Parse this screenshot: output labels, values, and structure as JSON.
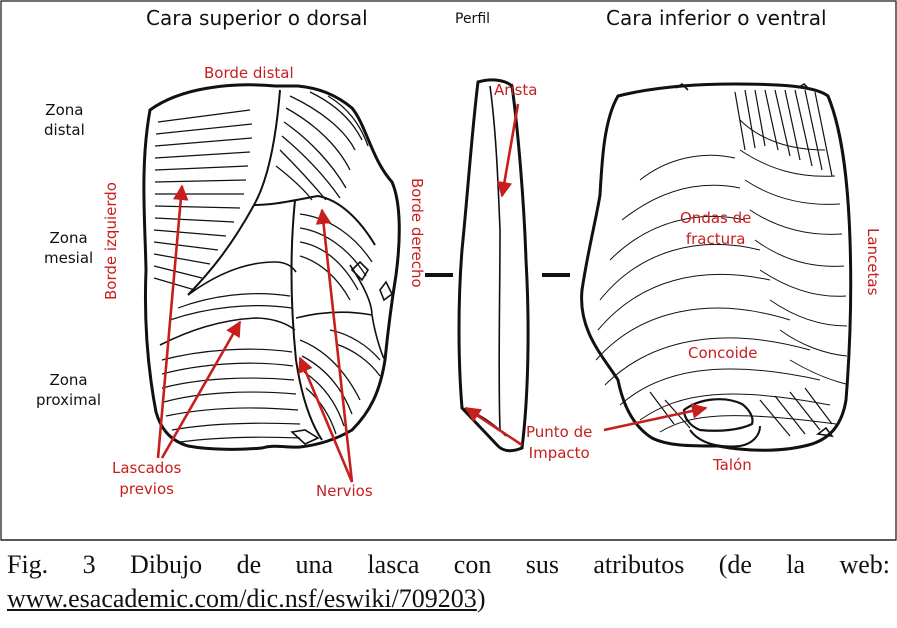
{
  "headings": {
    "dorsal": "Cara superior o dorsal",
    "profile": "Perfil",
    "ventral": "Cara inferior o ventral"
  },
  "zones": {
    "distal": [
      "Zona",
      "distal"
    ],
    "mesial": [
      "Zona",
      "mesial"
    ],
    "proximal": [
      "Zona",
      "proximal"
    ]
  },
  "labels": {
    "borde_distal": "Borde distal",
    "borde_izquierdo": "Borde izquierdo",
    "borde_derecho": "Borde derecho",
    "arista": "Arista",
    "lascados_previos": [
      "Lascados",
      "previos"
    ],
    "nervios": "Nervios",
    "punto_impacto": [
      "Punto de",
      "Impacto"
    ],
    "ondas_fractura": [
      "Ondas de",
      "fractura"
    ],
    "lancetas": "Lancetas",
    "concoide": "Concoide",
    "talon": "Talón"
  },
  "caption": {
    "text": "Fig. 3 Dibujo de una lasca con sus atributos (de la web: ",
    "link": "www.esacademic.com/dic.nsf/eswiki/709203",
    "close": ")"
  },
  "colors": {
    "annotation": "#c81e1e",
    "ink": "#111111"
  }
}
